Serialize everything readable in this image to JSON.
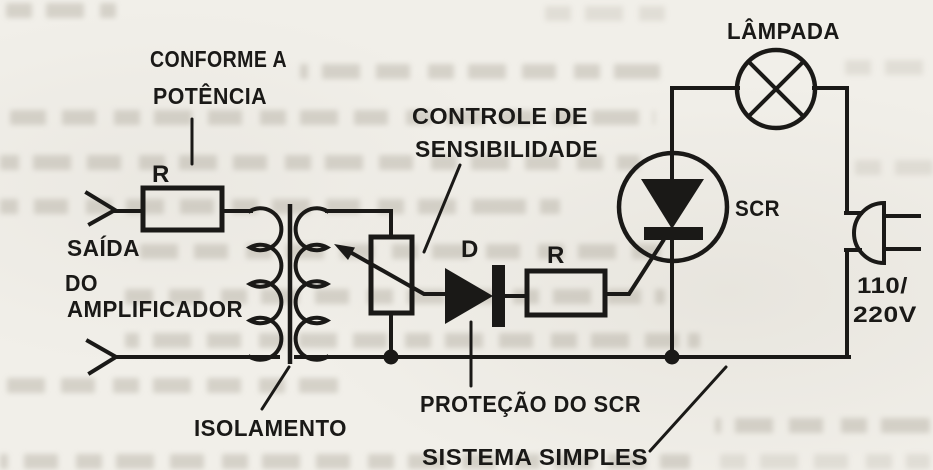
{
  "colors": {
    "paper": "#f1efe9",
    "ink": "#1a1917",
    "bleed": "#a8a295"
  },
  "labels": {
    "conforme1": "CONFORME A",
    "conforme2": "POTÊNCIA",
    "r1": "R",
    "saida1": "SAÍDA",
    "saida2": "DO",
    "saida3": "AMPLIFICADOR",
    "isolamento": "ISOLAMENTO",
    "controle1": "CONTROLE DE",
    "controle2": "SENSIBILIDADE",
    "d": "D",
    "r2": "R",
    "scr": "SCR",
    "lampada": "LÂMPADA",
    "volt1": "110/",
    "volt2": "220V",
    "protecao": "PROTEÇÃO DO SCR",
    "sistema": "SISTEMA SIMPLES"
  }
}
